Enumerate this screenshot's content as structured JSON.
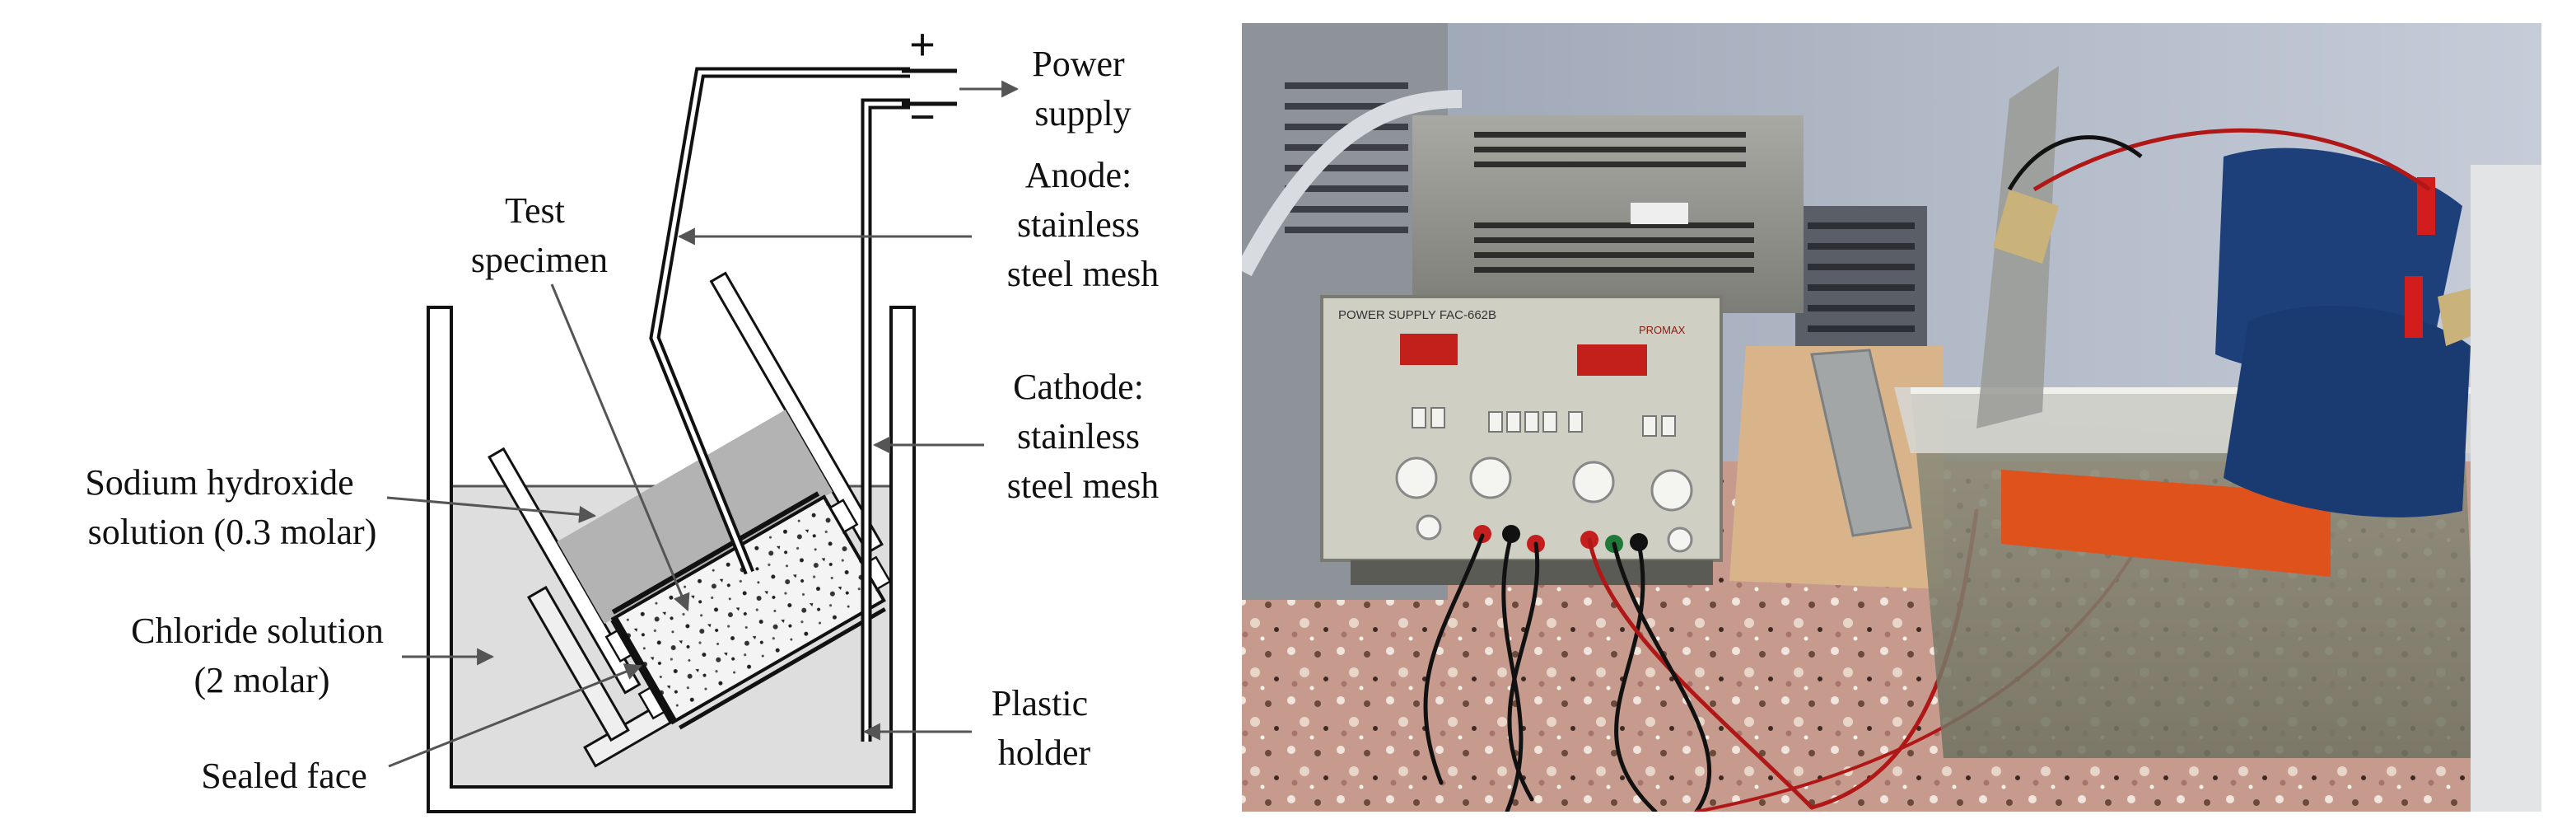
{
  "diagram": {
    "power_symbol": {
      "plus": "+",
      "minus": "−"
    },
    "labels": {
      "power_supply": [
        "Power",
        "supply"
      ],
      "anode": [
        "Anode:",
        "stainless",
        "steel mesh"
      ],
      "cathode": [
        "Cathode:",
        "stainless",
        "steel mesh"
      ],
      "test_specimen": [
        "Test",
        "specimen"
      ],
      "naoh": [
        "Sodium hydroxide",
        "solution (0.3 molar)"
      ],
      "chloride": [
        "Chloride solution",
        "(2 molar)"
      ],
      "sealed_face": [
        "Sealed face"
      ],
      "plastic_holder": [
        "Plastic",
        "holder"
      ]
    }
  },
  "photo": {
    "power_supply_panel": {
      "brand_text": "POWER SUPPLY  FAC-662B",
      "maker": "PROMAX"
    }
  }
}
